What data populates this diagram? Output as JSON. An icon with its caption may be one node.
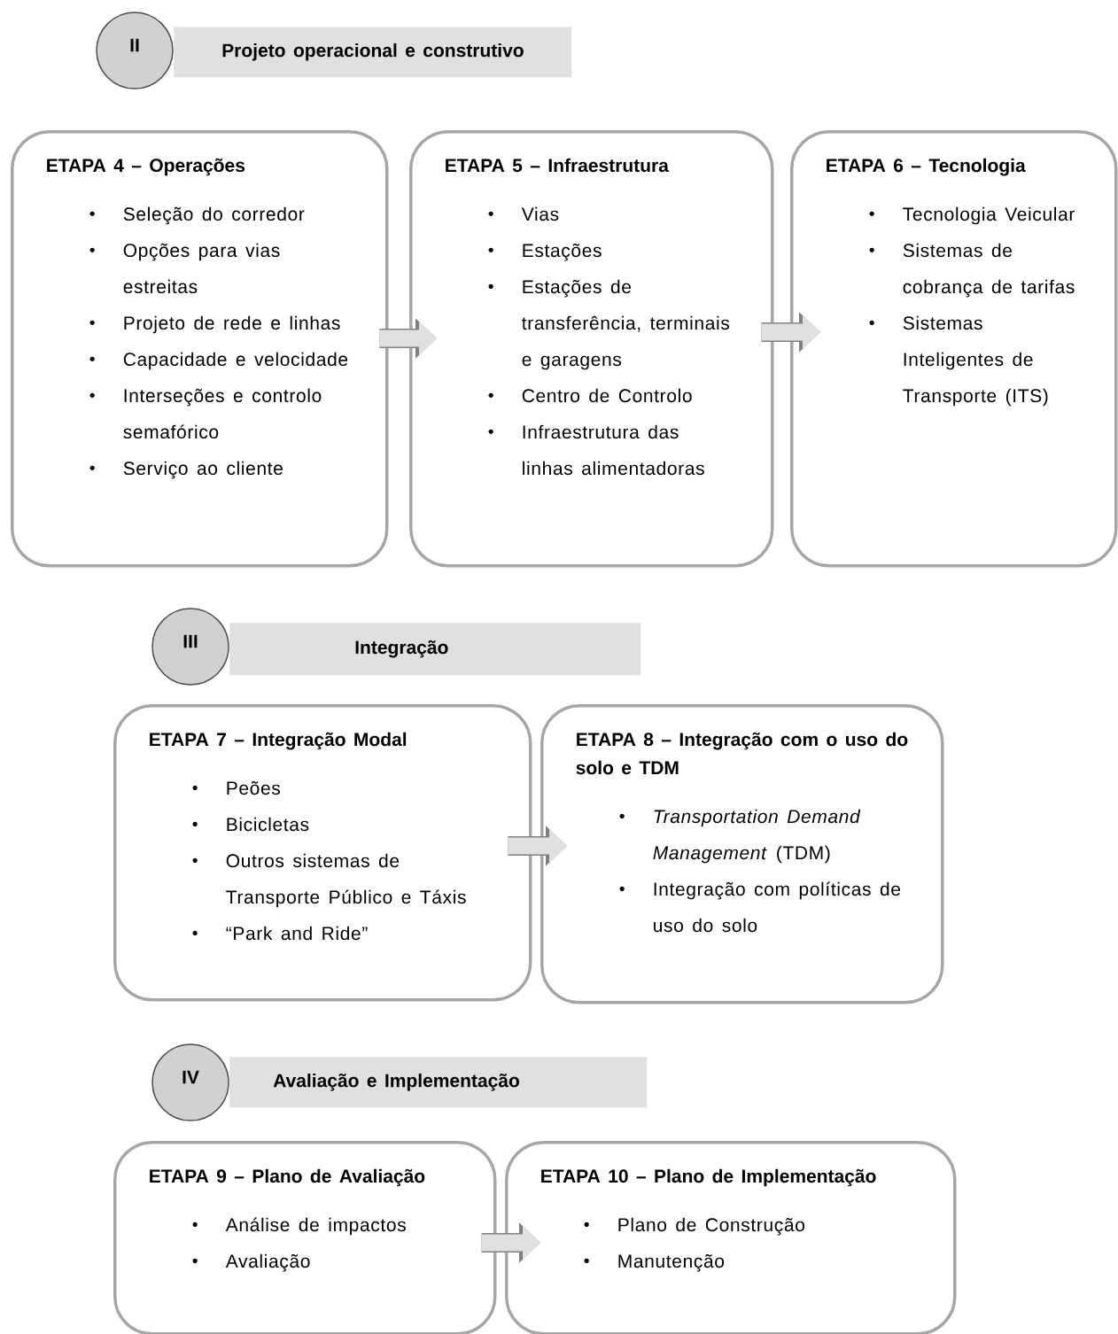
{
  "diagram": {
    "nodes": [
      {
        "text": [
          "II"
        ]
      },
      {
        "text": [
          "Projeto operacional e construtivo"
        ]
      },
      {
        "text": [
          "ETAPA 4 – Operações",
          "Seleção do corredor",
          "Opções para vias estreitas",
          "Projeto de rede e linhas",
          "Capacidade e velocidade",
          "Interseções e controlo semafórico",
          "Serviço ao cliente"
        ]
      },
      {
        "text": [
          "ETAPA 5 – Infraestrutura",
          "Vias",
          "Estações",
          "Estações de transferência, terminais e garagens",
          "Centro de Controlo",
          "Infraestrutura das linhas alimentadoras"
        ]
      },
      {
        "text": [
          "ETAPA 6 – Tecnologia",
          "Tecnologia Veicular",
          "Sistemas de cobrança de tarifas",
          "Sistemas Inteligentes de Transporte (ITS)"
        ]
      },
      {
        "text": [
          "III"
        ]
      },
      {
        "text": [
          "Integração"
        ]
      },
      {
        "text": [
          "ETAPA 7 – Integração Modal",
          "Peões",
          "Bicicletas",
          "Outros sistemas de Transporte Público e Táxis",
          "“Park and Ride”"
        ]
      },
      {
        "text": [
          "ETAPA 8 – Integração com o uso do solo e TDM",
          "*Transportation Demand Management* (TDM)",
          "Integração com políticas de uso do solo"
        ]
      },
      {
        "text": [
          "IV"
        ]
      },
      {
        "text": [
          "Avaliação e Implementação"
        ]
      },
      {
        "text": [
          "ETAPA 9 – Plano de Avaliação",
          "Análise de impactos",
          "Avaliação"
        ]
      },
      {
        "text": [
          "ETAPA 10 – Plano de Implementação",
          "Plano de Construção",
          "Manutenção"
        ]
      }
    ],
    "edges": [
      {
        "from": 2,
        "to": 3,
        "arrow": "to"
      },
      {
        "from": 3,
        "to": 4,
        "arrow": "to"
      },
      {
        "from": 7,
        "to": 8,
        "arrow": "to"
      },
      {
        "from": 11,
        "to": 12,
        "arrow": "to"
      }
    ]
  }
}
